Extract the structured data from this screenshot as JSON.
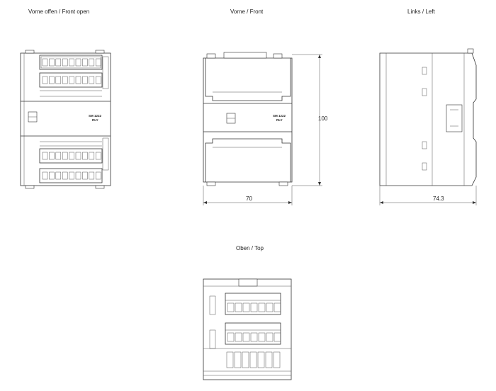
{
  "views": {
    "front_open": {
      "title": "Vorne offen / Front open"
    },
    "front": {
      "title": "Vorne / Front"
    },
    "left": {
      "title": "Links / Left"
    },
    "top": {
      "title": "Oben / Top"
    }
  },
  "dimensions": {
    "front_width": "70",
    "front_height": "100",
    "left_depth": "74.3"
  },
  "module_label": {
    "name": "SM 1222",
    "type": "RLY"
  },
  "colors": {
    "line": "#333333",
    "background": "#ffffff"
  }
}
